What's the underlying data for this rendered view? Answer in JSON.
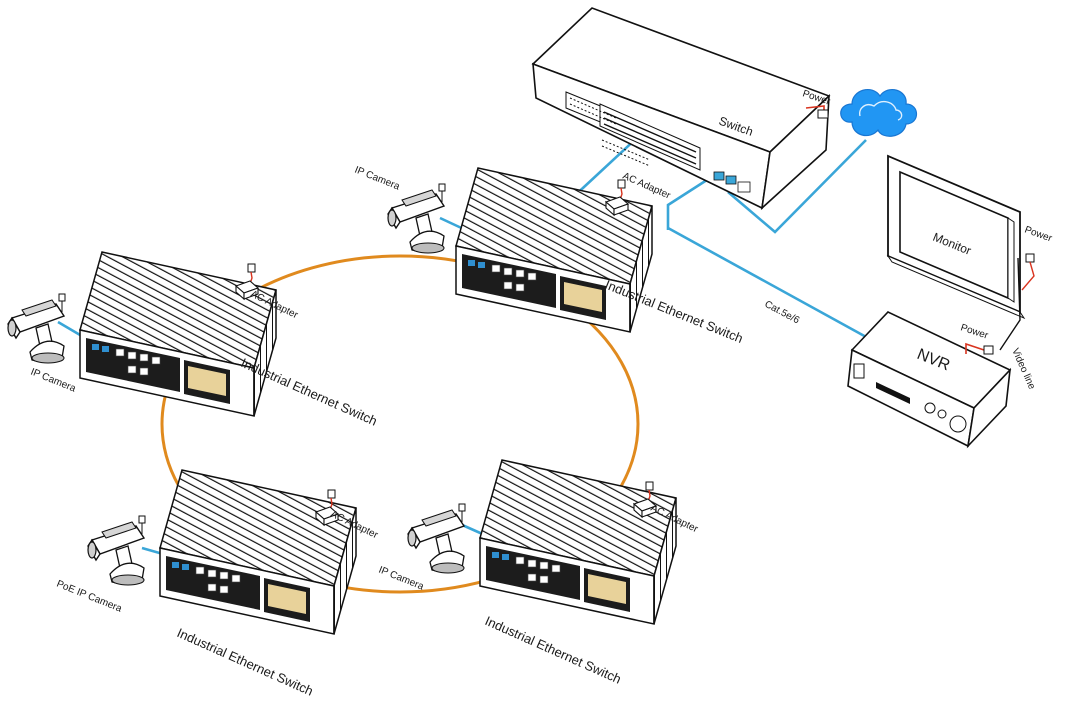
{
  "labels": {
    "switch": "Switch",
    "power": "Power",
    "monitor": "Monitor",
    "nvr": "NVR",
    "video_line": "Video line",
    "cable": "Cat.5e/6",
    "ac_adapter": "AC Adapter",
    "ip_camera": "IP Camera",
    "poe_ip_camera": "PoE IP Camera",
    "industrial_switch": "Industrial Ethernet Switch"
  },
  "colors": {
    "ring": "#e08a1e",
    "uplink": "#3aa6d8",
    "cloud": "#2196f3",
    "power_cord": "#d9341f",
    "device_outline": "#222222"
  },
  "icons": {
    "cloud": "cloud-icon",
    "camera": "ip-camera-icon",
    "switch": "network-switch-icon",
    "industrial_switch": "industrial-switch-icon",
    "nvr": "nvr-icon",
    "monitor": "monitor-icon",
    "adapter": "ac-adapter-icon"
  }
}
